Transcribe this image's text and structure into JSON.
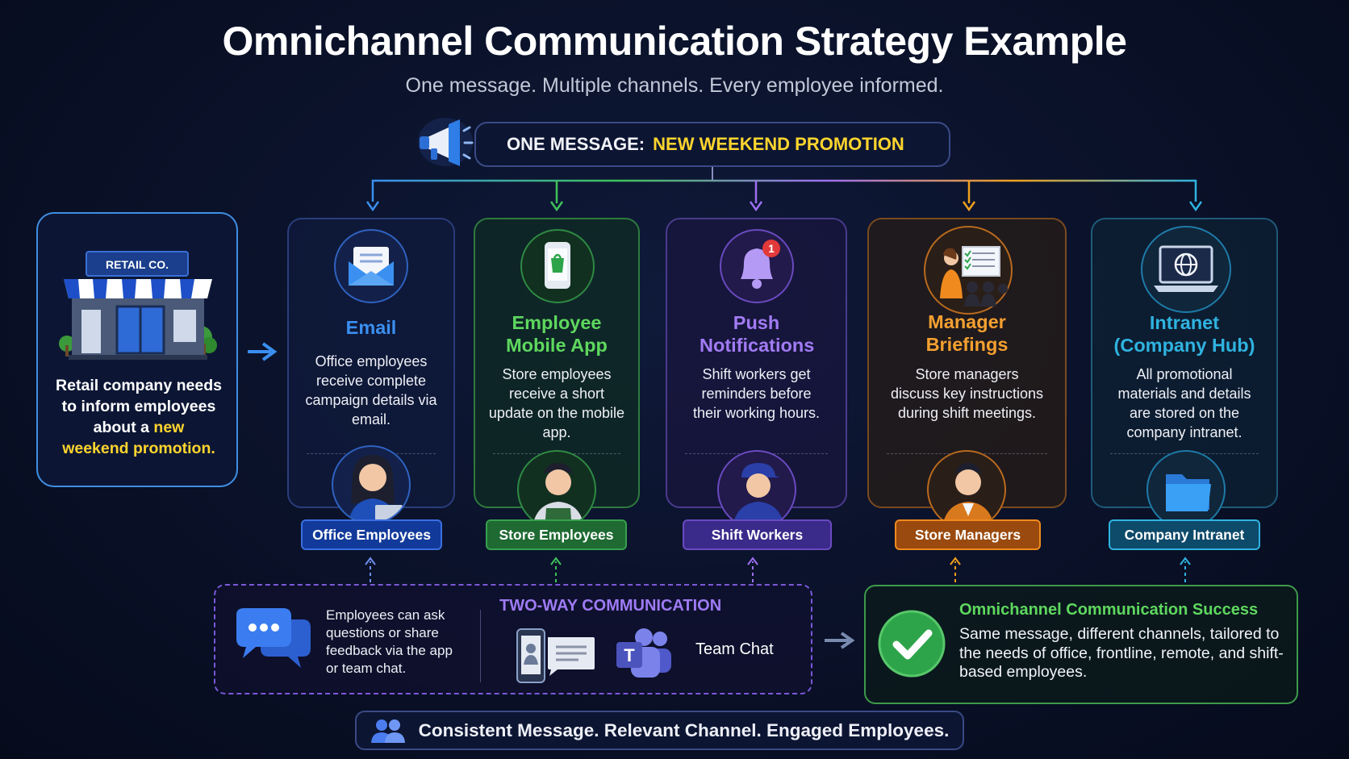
{
  "title": "Omnichannel Communication Strategy Example",
  "subtitle": "One message. Multiple channels. Every employee informed.",
  "message": {
    "label": "ONE MESSAGE:",
    "value": "NEW WEEKEND PROMOTION"
  },
  "retail": {
    "sign": "RETAIL CO.",
    "text_line1": "Retail company needs",
    "text_line2": "to inform employees",
    "text_line3a": "about a",
    "text_line3b": "new",
    "text_line4": "weekend promotion."
  },
  "channels": [
    {
      "title": "Email",
      "desc": "Office employees receive complete campaign details via email.",
      "audience": "Office Employees",
      "icon": "email-icon",
      "color": "#3a8ff0"
    },
    {
      "title": "Employee Mobile App",
      "desc": "Store employees receive a short update on the mobile app.",
      "audience": "Store Employees",
      "icon": "mobile-app-icon",
      "color": "#3fc25a"
    },
    {
      "title": "Push Notifications",
      "desc": "Shift workers get reminders before their working hours.",
      "audience": "Shift Workers",
      "icon": "bell-icon",
      "color": "#9d6ff0"
    },
    {
      "title": "Manager Briefings",
      "desc": "Store managers discuss key instructions during shift meetings.",
      "audience": "Store Managers",
      "icon": "briefing-icon",
      "color": "#f08a1e"
    },
    {
      "title": "Intranet (Company Hub)",
      "desc": "All promotional materials and details are stored on the company intranet.",
      "audience": "Company Intranet",
      "icon": "laptop-globe-icon",
      "color": "#2fb3e0"
    }
  ],
  "notification_count": "1",
  "two_way": {
    "heading": "TWO-WAY COMMUNICATION",
    "desc": "Employees can ask questions or share feedback via the app or team chat.",
    "team_chat": "Team Chat",
    "teams_letter": "T"
  },
  "success": {
    "heading": "Omnichannel Communication Success",
    "body": "Same message, different channels, tailored to the needs of office, frontline, remote, and shift-based employees."
  },
  "footer": "Consistent Message. Relevant Channel. Engaged Employees."
}
